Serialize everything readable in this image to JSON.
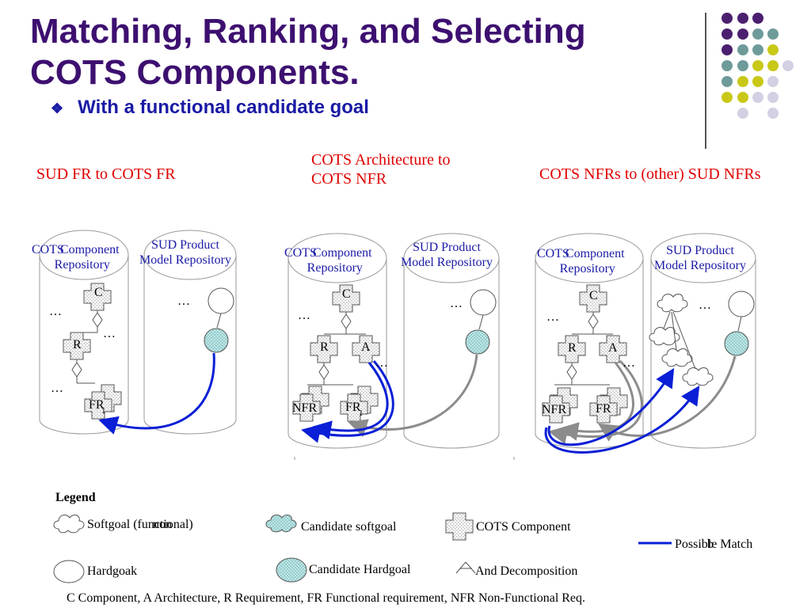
{
  "title": {
    "line1": "Matching, Ranking, and Selecting",
    "line2": "COTS Components."
  },
  "bullet": {
    "glyph": "❖",
    "text": "With a functional candidate goal"
  },
  "sections": {
    "left": "SUD FR to COTS FR",
    "middle_line1": "COTS Architecture to",
    "middle_line2": "COTS NFR",
    "right": "COTS NFRs to  (other) SUD NFRs"
  },
  "repos": {
    "cots_word": "COTS",
    "component_word": "Component",
    "repository_word": "Repository",
    "sud_line1": "SUD Product",
    "sud_line2": "Model Repository"
  },
  "nodes": {
    "c": "C",
    "r": "R",
    "a": "A",
    "fr": "FR",
    "nfr": "NFR",
    "sub": "1",
    "ellipsis": "…"
  },
  "legend": {
    "title": "Legend",
    "softgoal": "Softgoal (functional)",
    "softgoal_overlay": "non",
    "hardgoal": "Hardgoak",
    "candidate_softgoal": "Candidate softgoal",
    "candidate_hardgoal": "Candidate Hardgoal",
    "cots_component": "COTS Component",
    "and_decomposition": "And Decomposition",
    "possible_match": "Possible Match",
    "possible_match_overlay": "b"
  },
  "footnote": "C Component, A Architecture, R Requirement, FR Functional requirement, NFR Non-Functional Req.",
  "colors": {
    "title": "#3d1070",
    "bullet": "#1a1aa6",
    "section": "#e00000",
    "match_blue": "#0a1fd6",
    "match_gray": "#8c8c8c",
    "candidate_fill": "#bfe6e6",
    "dot_purple": "#4b1f6f",
    "dot_teal": "#6e9b9a",
    "dot_yellow": "#c9c817",
    "dot_lavender": "#d3d0e3"
  }
}
